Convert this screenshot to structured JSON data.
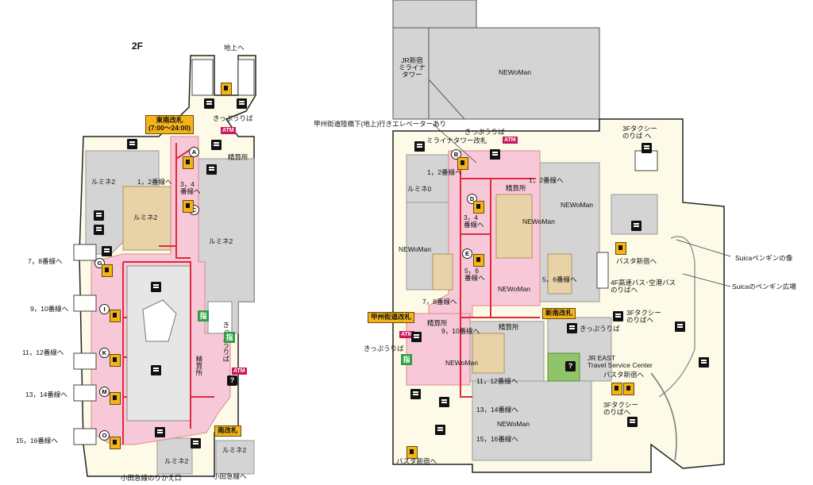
{
  "floor_label": "2F",
  "colors": {
    "concourse": "#f7c9d8",
    "shop": "#e8d3a8",
    "floor": "#fdfbe8",
    "building": "#d4d4d4",
    "route": "#e0283c",
    "ticket_gate": "#f5b31a",
    "info_green": "#2f9e44"
  },
  "left": {
    "to_ground": "地上へ",
    "gate_southeast": "東南改札\n(7:00〜24:00)",
    "ticket_machine_1": "きっぷうりば",
    "ticket_machine_2": "きっぷうりば",
    "fare_adjust": "精算所",
    "fare_adjust_2": "精算所",
    "lumine2_a": "ルミネ2",
    "lumine2_b": "ルミネ2",
    "lumine2_c": "ルミネ2",
    "lumine2_d": "ルミネ2",
    "lumine2_e": "ルミネ2",
    "line_12": "1，2番線へ",
    "line_34": "3，4\n番線へ",
    "line_78": "7，8番線へ",
    "line_910": "9，10番線へ",
    "line_1112": "11，12番線へ",
    "line_1314": "13，14番線へ",
    "line_1516": "15，16番線へ",
    "gate_south": "南改札",
    "odakyu_transfer": "小田急線のりかえ口",
    "to_odakyu": "小田急線へ",
    "atm": "ATM",
    "atm_2": "ATM",
    "info_sign": "指",
    "info_sign_2": "指",
    "elevator_letters": [
      "A",
      "C",
      "G",
      "I",
      "K",
      "M",
      "O"
    ]
  },
  "right": {
    "jr_tower": "JR新宿\nミライナ\nタワー",
    "newoman_top": "NEWoMan",
    "elevator_note": "甲州街道陸橋下(地上)行きエレベーターあり",
    "ticket_top": "きっぷうりば",
    "mirai_gate": "ミライナタワー改札",
    "atm": "ATM",
    "taxi_3f_top": "3Fタクシー\nのりば へ",
    "lumine0": "ルミネ0",
    "line_12_a": "1，2番線へ",
    "line_12_b": "1，2番線へ",
    "fare_adjust": "精算所",
    "newoman_mid": "NEWoMan",
    "newoman_right": "NEWoMan",
    "line_34": "3，4\n番線へ",
    "newoman_left": "NEWoMan",
    "line_56": "5，6\n番線へ",
    "newoman_inner": "NEWoMan",
    "line_56_b": "5，6番線へ",
    "busta_1": "バスタ新宿へ",
    "highway_bus": "4F高速バス･空港バス\nのりばへ",
    "suica_statue": "Suicaペンギンの像",
    "suica_square": "Suicaのペンギン広場",
    "line_78": "7，8番線へ",
    "gate_koshu": "甲州街道改札",
    "gate_shinminami": "新南改札",
    "fare_adjust_2": "精算所",
    "fare_adjust_3": "精算所",
    "line_910": "9，10番線へ",
    "ticket_left": "きっぷうりば",
    "ticket_right": "きっぷうりば",
    "taxi_3f_mid": "3Fタクシー\nのりばへ",
    "atm_2": "ATM",
    "info_sign": "指",
    "jr_east": "JR EAST\nTravel Service Center",
    "newoman_center": "NEWoMan",
    "line_1112": "11，12番線へ",
    "busta_2": "バスタ新宿へ",
    "line_1314": "13，14番線へ",
    "taxi_3f_bottom": "3Fタクシー\nのりばへ",
    "newoman_bottom": "NEWoMan",
    "line_1516": "15，16番線へ",
    "busta_3": "バスタ新宿へ",
    "elevator_letters": [
      "B",
      "D",
      "E"
    ]
  }
}
